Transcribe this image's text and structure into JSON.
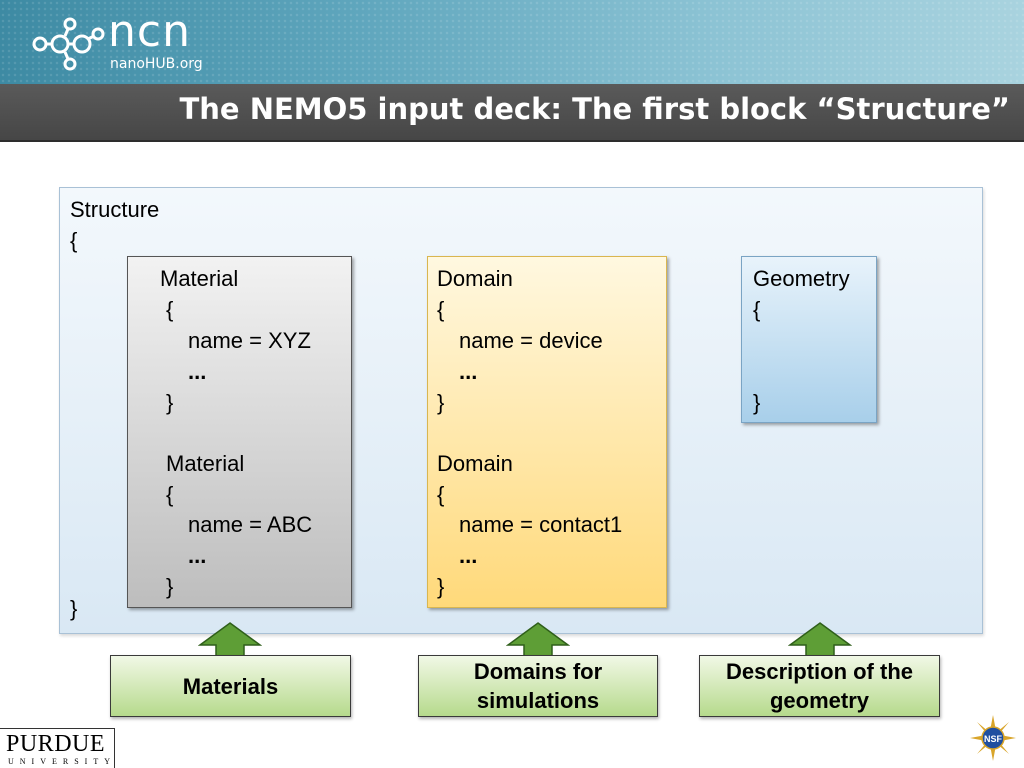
{
  "header": {
    "logo": {
      "name": "ncn",
      "sub": "nanoHUB.org"
    },
    "title": "The NEMO5 input deck: The first block “Structure”"
  },
  "structure": {
    "open_label": "Structure",
    "open_brace": "{",
    "close_brace": "}"
  },
  "material_block": {
    "lines": [
      "Material",
      "{",
      "name = XYZ",
      "...",
      "}",
      "Material",
      "{",
      "name = ABC",
      "...",
      "}"
    ]
  },
  "domain_block": {
    "lines": [
      "Domain",
      "{",
      "name = device",
      "...",
      "}",
      "Domain",
      "{",
      "name = contact1",
      "...",
      "}"
    ]
  },
  "geometry_block": {
    "lines": [
      "Geometry",
      "{",
      "}"
    ]
  },
  "labels": {
    "materials": "Materials",
    "domains": "Domains for simulations",
    "geometry": "Description of the geometry"
  },
  "footer": {
    "purdue_name": "PURDUE",
    "purdue_sub": "UNIVERSITY",
    "nsf_text": "NSF"
  },
  "colors": {
    "material_box": "#d4d4d4",
    "domain_box": "#ffe59a",
    "geometry_box": "#bcdcf0",
    "label_box": "#b6da8c",
    "arrow": "#4f8f2c"
  }
}
